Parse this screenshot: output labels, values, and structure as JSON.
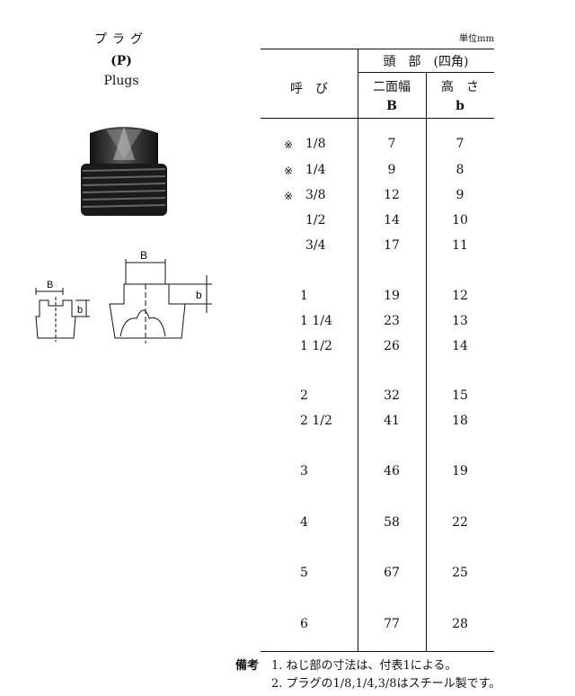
{
  "title": {
    "ja": "プラグ",
    "code": "(P)",
    "en": "Plugs"
  },
  "unit": "単位mm",
  "headers": {
    "nominal": "呼　び",
    "head": "頭　部　(四角)",
    "width_across_flats": "二面幅",
    "height": "高　さ",
    "col_b_upper": "B",
    "col_b_lower": "b"
  },
  "rows": [
    {
      "mark": "※",
      "size": "1/8",
      "B": "7",
      "b": "7"
    },
    {
      "mark": "※",
      "size": "1/4",
      "B": "9",
      "b": "8"
    },
    {
      "mark": "※",
      "size": "3/8",
      "B": "12",
      "b": "9"
    },
    {
      "mark": "",
      "size": "1/2",
      "B": "14",
      "b": "10"
    },
    {
      "mark": "",
      "size": "3/4",
      "B": "17",
      "b": "11"
    },
    {
      "mark": "",
      "size": "1",
      "B": "19",
      "b": "12"
    },
    {
      "mark": "",
      "size": "1 1/4",
      "B": "23",
      "b": "13"
    },
    {
      "mark": "",
      "size": "1 1/2",
      "B": "26",
      "b": "14"
    },
    {
      "mark": "",
      "size": "2",
      "B": "32",
      "b": "15"
    },
    {
      "mark": "",
      "size": "2 1/2",
      "B": "41",
      "b": "18"
    },
    {
      "mark": "",
      "size": "3",
      "B": "46",
      "b": "19"
    },
    {
      "mark": "",
      "size": "4",
      "B": "58",
      "b": "22"
    },
    {
      "mark": "",
      "size": "5",
      "B": "67",
      "b": "25"
    },
    {
      "mark": "",
      "size": "6",
      "B": "77",
      "b": "28"
    }
  ],
  "notes": {
    "label": "備考",
    "items": [
      "1. ねじ部の寸法は、付表1による。",
      "2. プラグの1/8,1/4,3/8はスチール製です。"
    ]
  },
  "diagram_labels": {
    "B": "B",
    "b": "b"
  }
}
